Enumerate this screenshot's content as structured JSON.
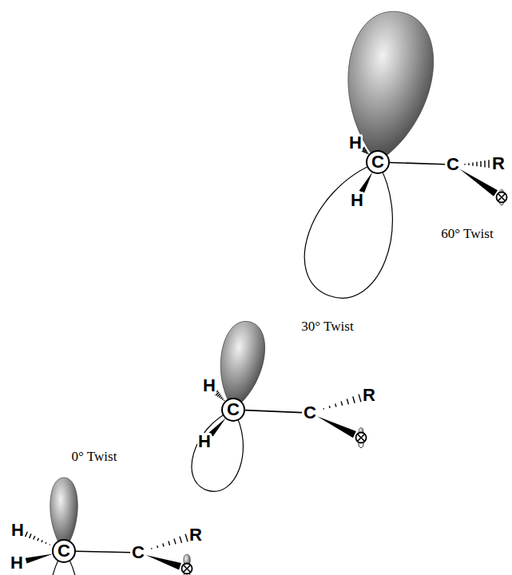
{
  "diagram": {
    "labels": [
      "H",
      "H",
      "C",
      "C",
      "R",
      "60° Twist",
      "30° Twist",
      "H",
      "H",
      "C",
      "C",
      "R",
      "0° Twist",
      "H",
      "H",
      "C",
      "C",
      "R"
    ]
  }
}
